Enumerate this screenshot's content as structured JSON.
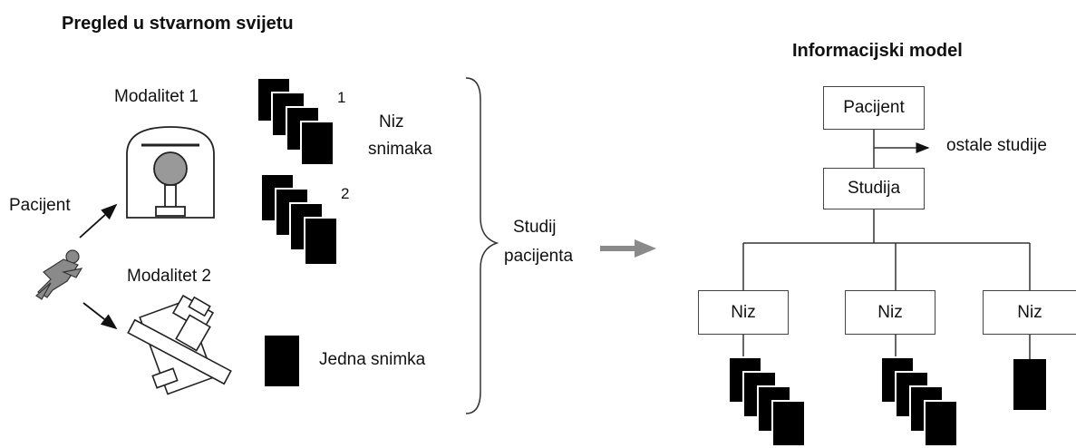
{
  "real_world": {
    "title": "Pregled u stvarnom svijetu",
    "modality_1": "Modalitet 1",
    "modality_2": "Modalitet 2",
    "patient": "Pacijent",
    "series_num_1": "1",
    "series_num_2": "2",
    "series_label_line1": "Niz",
    "series_label_line2": "snimaka",
    "single_image": "Jedna snimka",
    "study_line1": "Studij",
    "study_line2": "pacijenta"
  },
  "info_model": {
    "title": "Informacijski model",
    "patient_box": "Pacijent",
    "other_studies": "ostale studije",
    "study_box": "Studija",
    "series_boxes": [
      "Niz",
      "Niz",
      "Niz"
    ]
  }
}
